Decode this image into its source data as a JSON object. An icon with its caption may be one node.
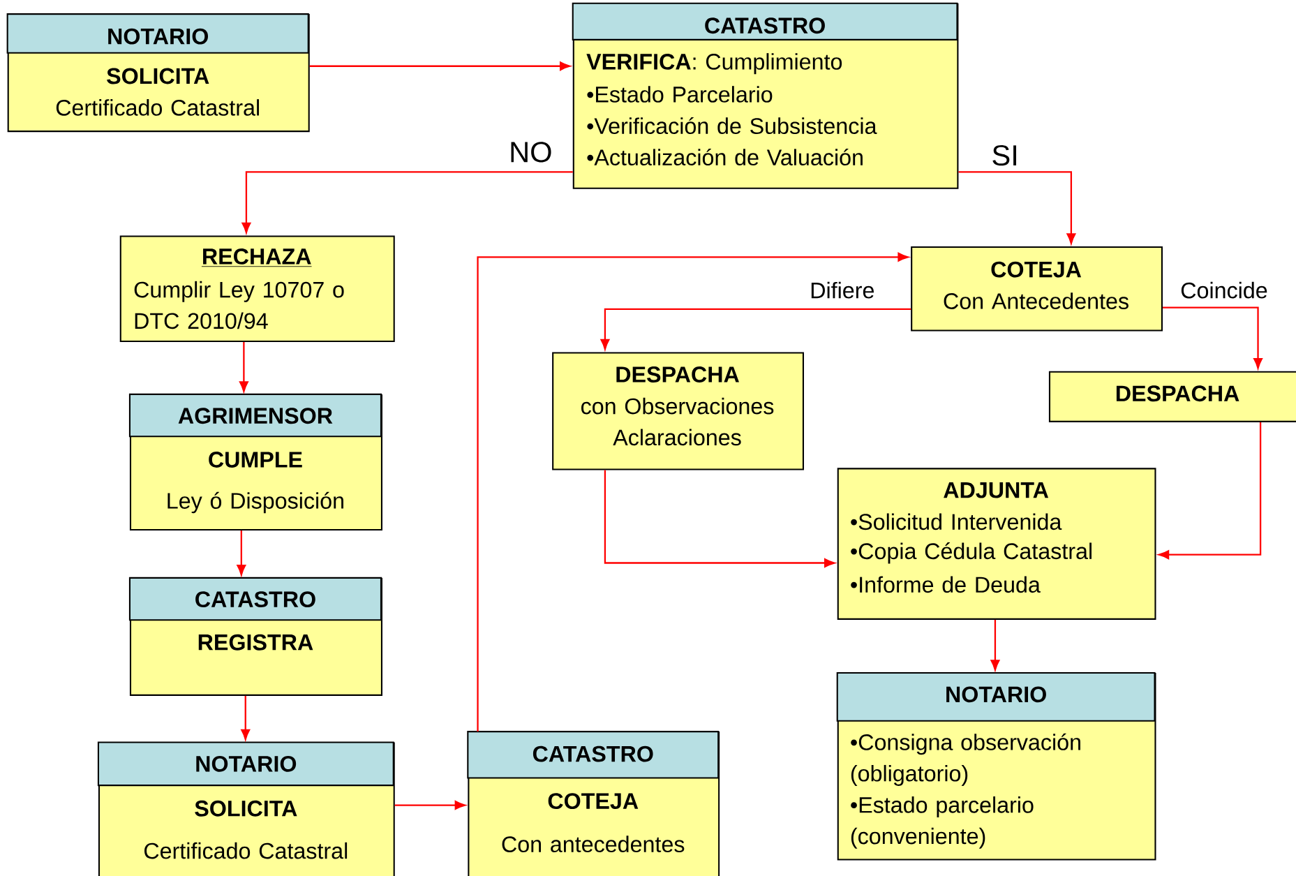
{
  "diagram": {
    "nodes": [
      {
        "text": [
          "NOTARIO",
          "SOLICITA",
          "Certificado Catastral"
        ]
      },
      {
        "text": [
          "CATASTRO",
          "**VERIFICA**: Cumplimiento",
          "•Estado Parcelario",
          "•Verificación de Subsistencia",
          "•Actualización de Valuación"
        ]
      },
      {
        "text": [
          "RECHAZA",
          "Cumplir Ley 10707 o DTC 2010/94"
        ]
      },
      {
        "text": [
          "AGRIMENSOR",
          "CUMPLE",
          "Ley ó Disposición"
        ]
      },
      {
        "text": [
          "CATASTRO",
          "REGISTRA"
        ]
      },
      {
        "text": [
          "NOTARIO",
          "SOLICITA",
          "Certificado Catastral"
        ]
      },
      {
        "text": [
          "CATASTRO",
          "COTEJA",
          "Con antecedentes"
        ]
      },
      {
        "text": [
          "COTEJA",
          "Con Antecedentes"
        ]
      },
      {
        "text": [
          "DESPACHA",
          "con Observaciones Aclaraciones"
        ]
      },
      {
        "text": [
          "DESPACHA"
        ]
      },
      {
        "text": [
          "ADJUNTA",
          "•Solicitud Intervenida",
          "•Copia Cédula Catastral",
          "•Informe de Deuda"
        ]
      },
      {
        "text": [
          "NOTARIO",
          "•Consigna observación (obligatorio)",
          "•Estado parcelario (conveniente)"
        ]
      }
    ],
    "edges": [
      {
        "from": 0,
        "to": 1,
        "arrow": "to"
      },
      {
        "from": 1,
        "to": 2,
        "arrow": "to",
        "label": "NO"
      },
      {
        "from": 1,
        "to": 7,
        "arrow": "to",
        "label": "SI"
      },
      {
        "from": 2,
        "to": 3,
        "arrow": "to"
      },
      {
        "from": 3,
        "to": 4,
        "arrow": "to"
      },
      {
        "from": 4,
        "to": 5,
        "arrow": "to"
      },
      {
        "from": 5,
        "to": 6,
        "arrow": "to"
      },
      {
        "from": 6,
        "to": 7,
        "arrow": "to"
      },
      {
        "from": 7,
        "to": 8,
        "arrow": "to",
        "label": "Difiere"
      },
      {
        "from": 7,
        "to": 9,
        "arrow": "to",
        "label": "Coincide"
      },
      {
        "from": 8,
        "to": 10,
        "arrow": "to"
      },
      {
        "from": 9,
        "to": 10,
        "arrow": "to"
      },
      {
        "from": 10,
        "to": 11,
        "arrow": "to"
      }
    ]
  }
}
